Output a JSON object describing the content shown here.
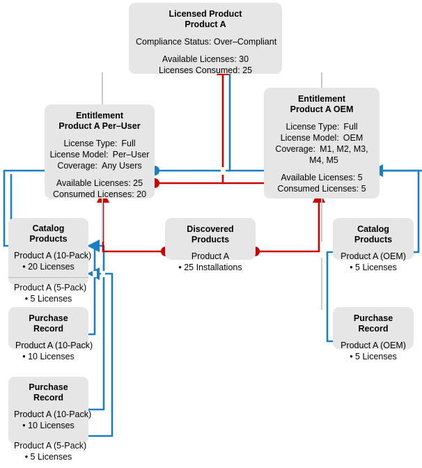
{
  "diagram": {
    "title": "License compliance relationship diagram",
    "colors": {
      "blue": "#1b7fc4",
      "red": "#cc0000",
      "node_fill": "#e6e6e6",
      "stub": "#c9c9c9"
    }
  },
  "licensed_product": {
    "name": "licensed-product",
    "title_line1": "Licensed Product",
    "title_line2": "Product A",
    "compliance": "Compliance Status: Over–Compliant",
    "available_label": "Available Licenses: 30",
    "consumed_label": "Licenses Consumed: 25",
    "available_value": 30,
    "consumed_value": 25,
    "compliance_status": "Over-Compliant"
  },
  "entitlement_left": {
    "name": "entitlement-per-user",
    "title_line1": "Entitlement",
    "title_line2": "Product A Per–User",
    "rows": [
      {
        "k": "License Type:",
        "v": "Full"
      },
      {
        "k": "License Model:",
        "v": "Per–User"
      },
      {
        "k": "Coverage:",
        "v": "Any Users"
      }
    ],
    "available_label": "Available Licenses: 25",
    "consumed_label": "Consumed Licenses: 20",
    "available_value": 25,
    "consumed_value": 20
  },
  "entitlement_right": {
    "name": "entitlement-oem",
    "title_line1": "Entitlement",
    "title_line2": "Product A OEM",
    "rows": [
      {
        "k": "License Type:",
        "v": "Full"
      },
      {
        "k": "License Model:",
        "v": "OEM"
      },
      {
        "k": "Coverage:",
        "v": "M1, M2, M3,"
      },
      {
        "k": "",
        "v": "M4, M5"
      }
    ],
    "available_label": "Available Licenses: 5",
    "consumed_label": "Consumed Licenses: 5",
    "available_value": 5,
    "consumed_value": 5
  },
  "catalog_left": {
    "name": "catalog-products-left",
    "title": "Catalog Products",
    "items": [
      {
        "product": "Product A (10-Pack)",
        "licenses": "• 20 Licenses",
        "value": 20
      },
      {
        "product": "Product A (5-Pack)",
        "licenses": "• 5 Licenses",
        "value": 5
      }
    ]
  },
  "catalog_right": {
    "name": "catalog-products-right",
    "title": "Catalog Products",
    "items": [
      {
        "product": "Product A (OEM)",
        "licenses": "• 5 Licenses",
        "value": 5
      }
    ]
  },
  "discovered": {
    "name": "discovered-products",
    "title": "Discovered Products",
    "product": "Product A",
    "installs": "• 25 Installations",
    "installs_value": 25
  },
  "purchase_left_1": {
    "name": "purchase-record-left-1",
    "title": "Purchase Record",
    "items": [
      {
        "product": "Product A (10-Pack)",
        "licenses": "• 10 Licenses",
        "value": 10
      }
    ]
  },
  "purchase_left_2": {
    "name": "purchase-record-left-2",
    "title": "Purchase Record",
    "items": [
      {
        "product": "Product A (10-Pack)",
        "licenses": "• 10 Licenses",
        "value": 10
      },
      {
        "product": "Product A (5-Pack)",
        "licenses": "• 5 Licenses",
        "value": 5
      }
    ]
  },
  "purchase_right": {
    "name": "purchase-record-right",
    "title": "Purchase Record",
    "items": [
      {
        "product": "Product A (OEM)",
        "licenses": "• 5 Licenses",
        "value": 5
      }
    ]
  }
}
